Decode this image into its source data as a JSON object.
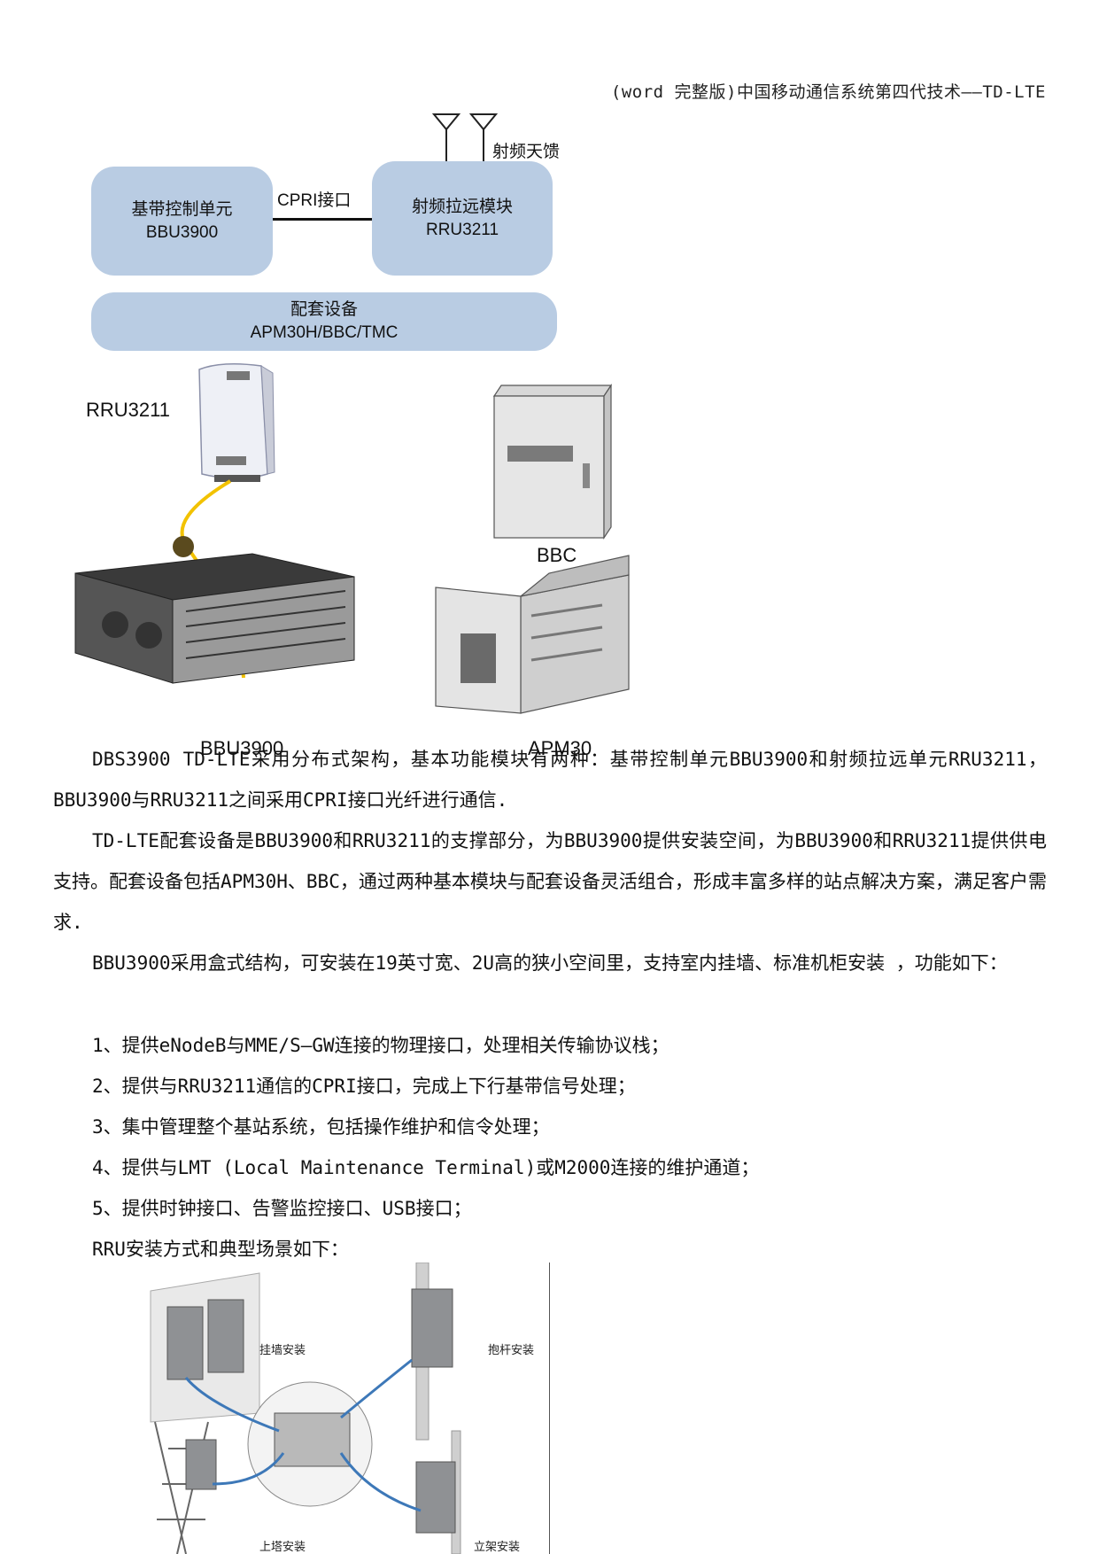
{
  "header": {
    "title": "(word 完整版)中国移动通信系统第四代技术——TD-LTE"
  },
  "diagram": {
    "antenna_label": "射频天馈",
    "bbu_box": {
      "line1": "基带控制单元",
      "line2": "BBU3900"
    },
    "link_label": "CPRI接口",
    "rru_box": {
      "line1": "射频拉远模块",
      "line2": "RRU3211"
    },
    "support_box": {
      "line1": "配套设备",
      "line2": "APM30H/BBC/TMC"
    }
  },
  "equipment": {
    "rru_label": "RRU3211",
    "bbc_label": "BBC",
    "bbu_label": "BBU3900",
    "apm_label": "APM30"
  },
  "body": {
    "p1": "DBS3900 TD-LTE采用分布式架构，基本功能模块有两种：基带控制单元BBU3900和射频拉远单元RRU3211，BBU3900与RRU3211之间采用CPRI接口光纤进行通信.",
    "p2": "TD-LTE配套设备是BBU3900和RRU3211的支撑部分，为BBU3900提供安装空间，为BBU3900和RRU3211提供供电支持。配套设备包括APM30H、BBC，通过两种基本模块与配套设备灵活组合，形成丰富多样的站点解决方案，满足客户需求.",
    "p3": "BBU3900采用盒式结构，可安装在19英寸宽、2U高的狭小空间里，支持室内挂墙、标准机柜安装  ，功能如下：",
    "items": [
      "1、提供eNodeB与MME/S—GW连接的物理接口，处理相关传输协议栈；",
      "2、提供与RRU3211通信的CPRI接口，完成上下行基带信号处理；",
      "3、集中管理整个基站系统，包括操作维护和信令处理；",
      "4、提供与LMT (Local Maintenance Terminal)或M2000连接的维护通道；",
      "5、提供时钟接口、告警监控接口、USB接口；"
    ],
    "rru_intro": "RRU安装方式和典型场景如下："
  },
  "install_photo": {
    "wall": "挂墙安装",
    "pole": "抱杆安装",
    "tower": "上塔安装",
    "stand": "立架安装"
  },
  "colors": {
    "box_fill": "#b9cce3",
    "fiber": "#f2c200",
    "cable": "#3d78b8"
  }
}
